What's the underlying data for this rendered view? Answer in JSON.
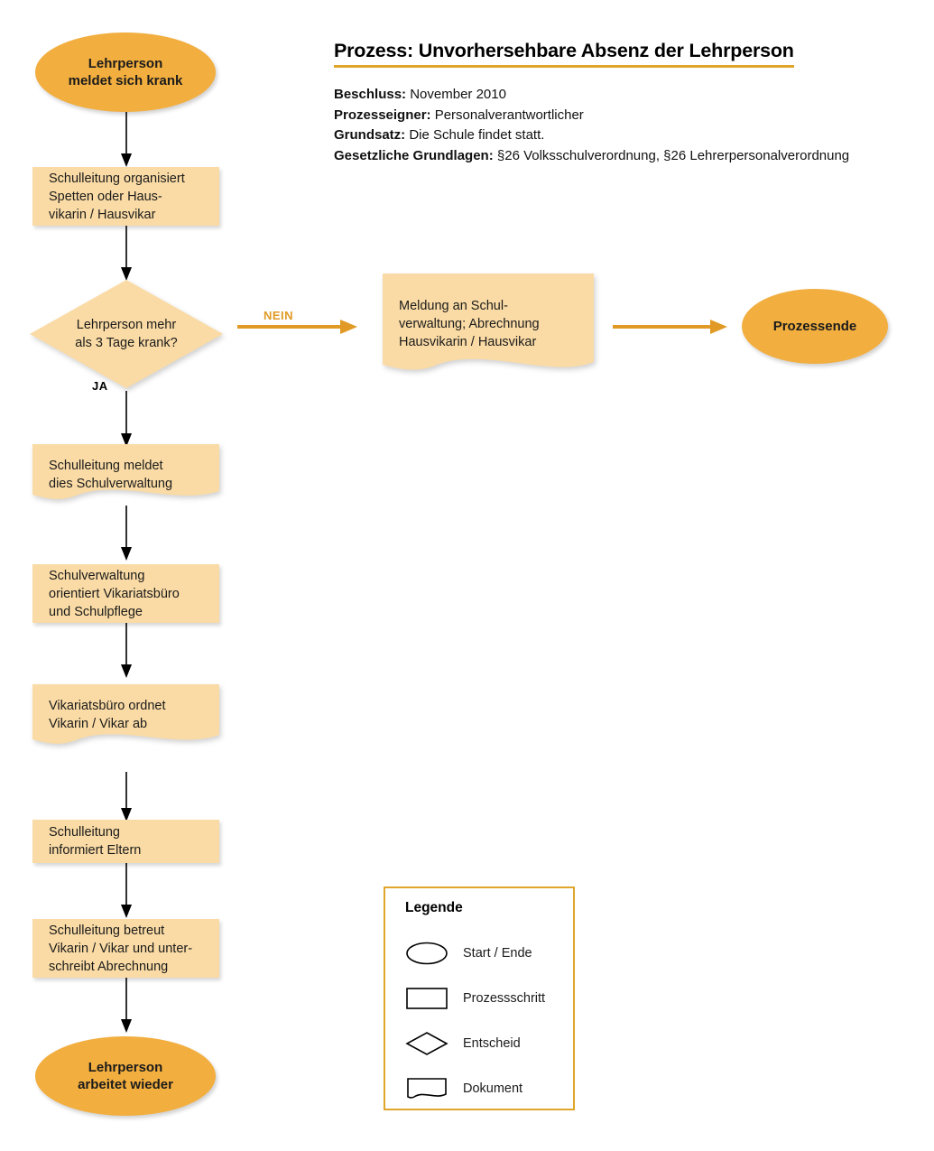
{
  "header": {
    "title": "Prozess: Unvorhersehbare Absenz der Lehrperson",
    "meta": [
      {
        "key": "Beschluss:",
        "value": " November 2010"
      },
      {
        "key": "Prozesseigner:",
        "value": " Personalverantwortlicher"
      },
      {
        "key": "Grundsatz:",
        "value": " Die Schule findet statt."
      },
      {
        "key": "Gesetzliche Grundlagen:",
        "value": " §26 Volksschulverordnung, §26 Lehrerpersonalverordnung"
      }
    ]
  },
  "colors": {
    "terminator_fill": "#F2AE3E",
    "process_fill": "#FADBA5",
    "accent_orange": "#E09A25",
    "legend_border": "#E0A62B",
    "arrow_black": "#000000"
  },
  "nodes": {
    "start": {
      "label": "Lehrperson\nmeldet sich krank",
      "shape": "terminator"
    },
    "step1": {
      "label": "Schulleitung organisiert\nSpetten oder Haus-\nvikarin / Hausvikar",
      "shape": "process"
    },
    "decision": {
      "label": "Lehrperson mehr\nals 3 Tage krank?",
      "shape": "decision"
    },
    "doc_meldung": {
      "label": "Meldung an Schul-\nverwaltung; Abrechnung\nHausvikarin / Hausvikar",
      "shape": "document"
    },
    "end_prozessende": {
      "label": "Prozessende",
      "shape": "terminator"
    },
    "doc_meldet": {
      "label": "Schulleitung meldet\ndies Schulverwaltung",
      "shape": "document"
    },
    "step_orientiert": {
      "label": "Schulverwaltung\norientiert Vikariatsbüro\nund Schulpflege",
      "shape": "process"
    },
    "doc_vikariat": {
      "label": "Vikariatsbüro ordnet\nVikarin / Vikar ab",
      "shape": "document"
    },
    "step_eltern": {
      "label": "Schulleitung\ninformiert Eltern",
      "shape": "process"
    },
    "step_betreut": {
      "label": "Schulleitung betreut\nVikarin / Vikar und unter-\nschreibt Abrechnung",
      "shape": "process"
    },
    "end_arbeitet": {
      "label": "Lehrperson\narbeitet wieder",
      "shape": "terminator"
    }
  },
  "edges": {
    "ja_label": "JA",
    "nein_label": "NEIN"
  },
  "legend": {
    "title": "Legende",
    "items": [
      {
        "icon": "ellipse-icon",
        "label": "Start / Ende"
      },
      {
        "icon": "rectangle-icon",
        "label": "Prozessschritt"
      },
      {
        "icon": "diamond-icon",
        "label": "Entscheid"
      },
      {
        "icon": "document-icon",
        "label": "Dokument"
      }
    ]
  }
}
